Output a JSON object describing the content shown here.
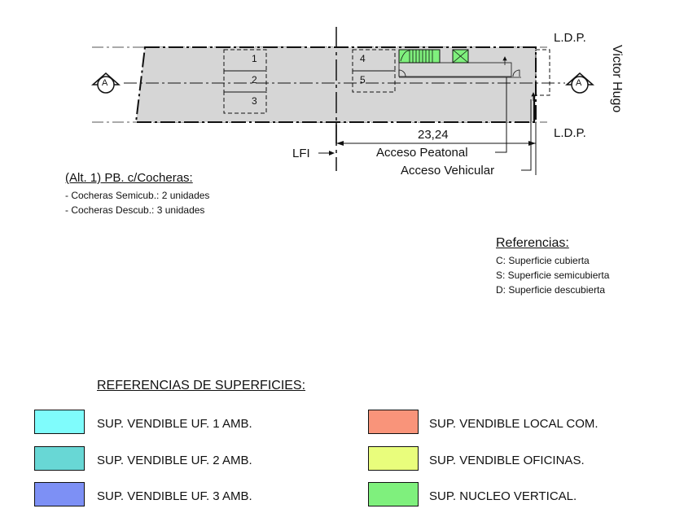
{
  "plan": {
    "ldp_top": "L.D.P.",
    "ldp_bottom": "L.D.P.",
    "street": "Victor Hugo",
    "section_marker": "A",
    "dimension": "23,24",
    "lfi": "LFI",
    "acceso_peatonal": "Acceso Peatonal",
    "acceso_vehicular": "Acceso Vehicular",
    "parking_spots": [
      "1",
      "2",
      "3",
      "4",
      "5"
    ]
  },
  "notes": {
    "title": "(Alt. 1) PB. c/Cocheras:",
    "lines": [
      "- Cocheras Semicub.: 2 unidades",
      "- Cocheras Descub.: 3 unidades"
    ]
  },
  "referencias": {
    "title": "Referencias:",
    "items": [
      "C: Superficie cubierta",
      "S: Superficie semicubierta",
      "D: Superficie descubierta"
    ]
  },
  "legend": {
    "title": "REFERENCIAS DE SUPERFICIES:",
    "items": [
      {
        "label": "SUP. VENDIBLE UF. 1 AMB.",
        "color": "#7ffcfc"
      },
      {
        "label": "SUP. VENDIBLE UF. 2 AMB.",
        "color": "#68d7d5"
      },
      {
        "label": "SUP. VENDIBLE UF. 3 AMB.",
        "color": "#7d90f5"
      },
      {
        "label": "SUP. VENDIBLE LOCAL COM.",
        "color": "#f9947a"
      },
      {
        "label": "SUP. VENDIBLE OFICINAS.",
        "color": "#e9fd7c"
      },
      {
        "label": "SUP. NUCLEO VERTICAL.",
        "color": "#7ff07d"
      }
    ]
  }
}
